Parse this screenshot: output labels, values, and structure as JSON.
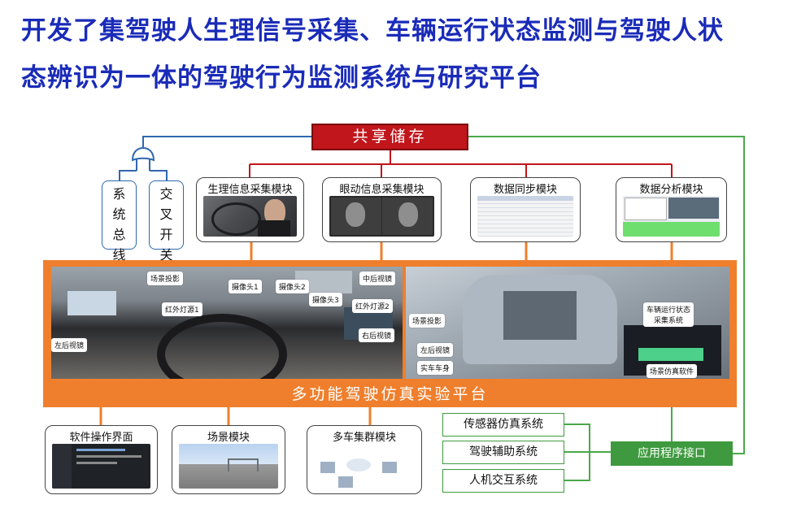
{
  "title": {
    "line1": "开发了集驾驶人生理信号采集、车辆运行状态监测与驾驶人状",
    "line2": "态辨识为一体的驾驶行为监测系统与研究平台"
  },
  "shared_storage": "共享储存",
  "bus": {
    "system_bus": [
      "系",
      "统",
      "总",
      "线"
    ],
    "cross_switch": [
      "交",
      "叉",
      "开",
      "关"
    ]
  },
  "top_modules": [
    {
      "label": "生理信息采集模块"
    },
    {
      "label": "眼动信息采集模块"
    },
    {
      "label": "数据同步模块"
    },
    {
      "label": "数据分析模块"
    }
  ],
  "platform": {
    "title": "多功能驾驶仿真实验平台",
    "left_tags": [
      "场景投影",
      "摄像头1",
      "摄像头2",
      "中后视镜",
      "红外灯源1",
      "摄像头3",
      "红外灯源2",
      "左后视镜",
      "右后视镜"
    ],
    "right_tags": [
      "场景投影",
      "左后视镜",
      "实车车身",
      "车辆运行状态\n采集系统",
      "场景仿真软件"
    ]
  },
  "bottom_modules": [
    {
      "label": "软件操作界面"
    },
    {
      "label": "场景模块"
    },
    {
      "label": "多车集群模块"
    }
  ],
  "green_systems": [
    "传感器仿真系统",
    "驾驶辅助系统",
    "人机交互系统"
  ],
  "api": "应用程序接口",
  "colors": {
    "title_blue": "#1a2bb8",
    "storage_red": "#c0161c",
    "platform_orange": "#ef7f2d",
    "link_green": "#3f9a3f",
    "bus_blue": "#2f67b0"
  }
}
